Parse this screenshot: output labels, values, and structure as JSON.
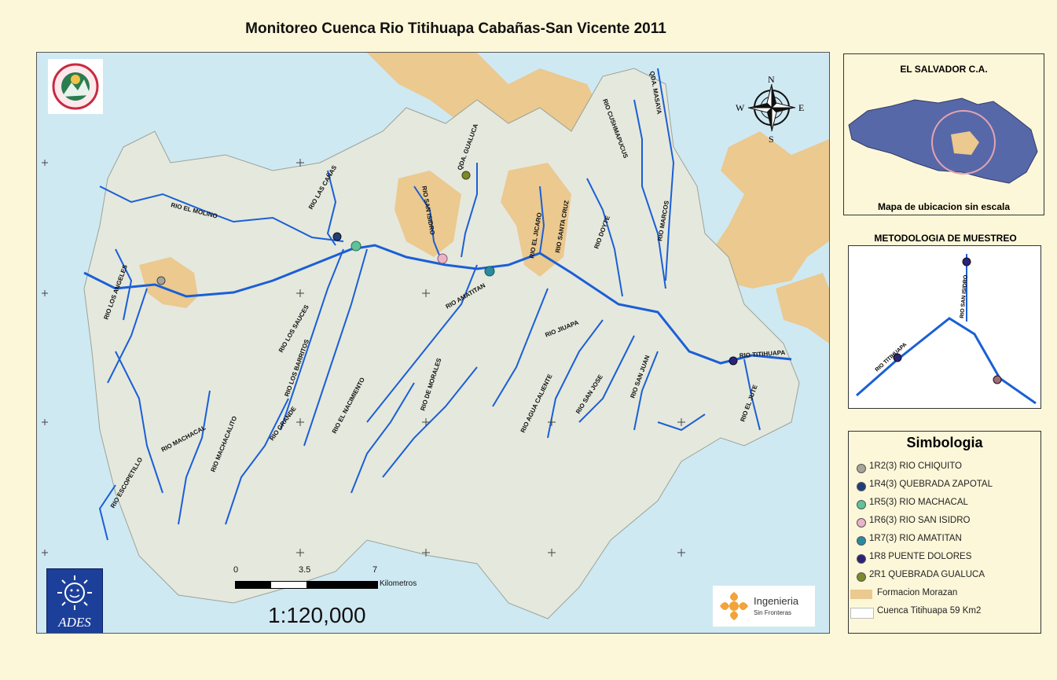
{
  "title": "Monitoreo Cuenca Rio Titihuapa Cabañas-San Vicente  2011",
  "colors": {
    "water": "#cfe9f3",
    "land": "#e5e8dd",
    "morazan": "#ebc98f",
    "river": "#1a5fd6",
    "background": "#fdf7d9"
  },
  "icons": [
    "north-arrow-icon",
    "ades-logo-icon",
    "ingenieria-logo-icon",
    "institution-seal-icon"
  ],
  "compass": {
    "n": "N",
    "s": "S",
    "e": "E",
    "w": "W"
  },
  "rivers": [
    {
      "name": "RIO EL MOLINO"
    },
    {
      "name": "RIO LAS CAÑAS"
    },
    {
      "name": "QDA. GUALUCA"
    },
    {
      "name": "RIO SAN ISIDRO"
    },
    {
      "name": "RIO EL JICARO"
    },
    {
      "name": "RIO SANTA CRUZ"
    },
    {
      "name": "RIO CUSHMAPUCUS"
    },
    {
      "name": "QDA. MASAYA"
    },
    {
      "name": "RIO DOYTE"
    },
    {
      "name": "RIO MARCOS"
    },
    {
      "name": "RIO LOS ANGELES"
    },
    {
      "name": "RIO AMATITAN"
    },
    {
      "name": "RIO JIUAPA"
    },
    {
      "name": "RIO TITIHUAPA"
    },
    {
      "name": "RIO LOS SAUCES"
    },
    {
      "name": "RIO LOS BARRITOS"
    },
    {
      "name": "RIO EL NACIMIENTO"
    },
    {
      "name": "RIO DE MORALES"
    },
    {
      "name": "RIO AGUA CALIENTE"
    },
    {
      "name": "RIO SAN JOSE"
    },
    {
      "name": "RIO SAN JUAN"
    },
    {
      "name": "RIO EL JUTE"
    },
    {
      "name": "RIO MACHACAL"
    },
    {
      "name": "RIO MACHACALITO"
    },
    {
      "name": "RIO GRANDE"
    },
    {
      "name": "RIO ESCOPETILLO"
    }
  ],
  "scale": {
    "ratio": "1:120,000",
    "ticks": [
      "0",
      "3.5",
      "7"
    ],
    "unit": "Kilometros"
  },
  "ades_label": "ADES",
  "ingenieria": {
    "line1": "Ingenieria",
    "line2": "Sin Fronteras"
  },
  "location_map": {
    "title": "EL SALVADOR C.A.",
    "subtitle": "Mapa de ubicacion sin escala"
  },
  "methodology": {
    "title": "METODOLOGIA DE MUESTREO",
    "labels": [
      "RIO TITIHUAPA",
      "RIO SAN ISIDRO"
    ]
  },
  "legend": {
    "title": "Simbologia",
    "items": [
      {
        "label": "1R2(3) RIO CHIQUITO",
        "color": "#a8a49a",
        "kind": "dot"
      },
      {
        "label": "1R4(3) QUEBRADA ZAPOTAL",
        "color": "#1f3f7a",
        "kind": "dot"
      },
      {
        "label": "1R5(3) RIO MACHACAL",
        "color": "#5fc39a",
        "kind": "dot"
      },
      {
        "label": "1R6(3) RIO SAN ISIDRO",
        "color": "#e9b3c8",
        "kind": "dot"
      },
      {
        "label": "1R7(3) RIO AMATITAN",
        "color": "#2a8a9e",
        "kind": "dot"
      },
      {
        "label": "1R8 PUENTE DOLORES",
        "color": "#2a237a",
        "kind": "dot"
      },
      {
        "label": "2R1 QUEBRADA GUALUCA",
        "color": "#7d8a2c",
        "kind": "dot"
      },
      {
        "label": "Formacion Morazan",
        "color": "#ebc98f",
        "kind": "swatch"
      },
      {
        "label": "Cuenca Titihuapa 59 Km2",
        "color": "#ffffff",
        "kind": "swatch"
      }
    ]
  }
}
